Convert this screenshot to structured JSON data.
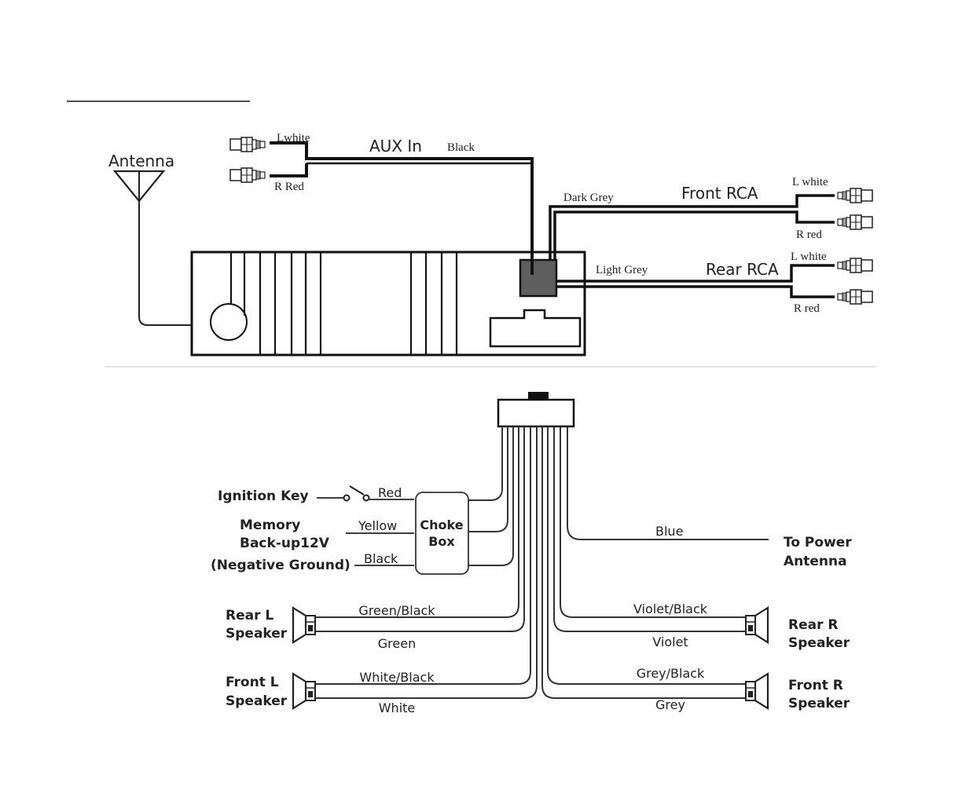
{
  "title_underline": "",
  "top_section": {
    "antenna_label": "Antenna",
    "aux_in": {
      "title": "AUX In",
      "wire_color": "Black",
      "left_label": "Lwhite",
      "right_label": "R Red"
    },
    "front_rca": {
      "title": "Front RCA",
      "wire_color": "Dark Grey",
      "left_label": "L white",
      "right_label": "R red"
    },
    "rear_rca": {
      "title": "Rear RCA",
      "wire_color": "Light Grey",
      "left_label": "L white",
      "right_label": "R red"
    }
  },
  "harness": {
    "ignition": {
      "label": "Ignition Key",
      "wire": "Red"
    },
    "memory": {
      "label_line1": "Memory",
      "label_line2": "Back-up12V",
      "wire": "Yellow"
    },
    "ground": {
      "label": "(Negative Ground)",
      "wire": "Black"
    },
    "choke_box": {
      "line1": "Choke",
      "line2": "Box"
    },
    "power_antenna": {
      "wire": "Blue",
      "label_line1": "To Power",
      "label_line2": "Antenna"
    },
    "speakers": [
      {
        "id": "rear-l",
        "label_line1": "Rear L",
        "label_line2": "Speaker",
        "wire_pos": "Green/Black",
        "wire_neg": "Green"
      },
      {
        "id": "front-l",
        "label_line1": "Front L",
        "label_line2": "Speaker",
        "wire_pos": "White/Black",
        "wire_neg": "White"
      },
      {
        "id": "rear-r",
        "label_line1": "Rear R",
        "label_line2": "Speaker",
        "wire_pos": "Violet/Black",
        "wire_neg": "Violet"
      },
      {
        "id": "front-r",
        "label_line1": "Front R",
        "label_line2": "Speaker",
        "wire_pos": "Grey/Black",
        "wire_neg": "Grey"
      }
    ]
  },
  "colors": {
    "line": "#111111",
    "connector_fill": "#5e5e5e",
    "background": "#ffffff"
  }
}
